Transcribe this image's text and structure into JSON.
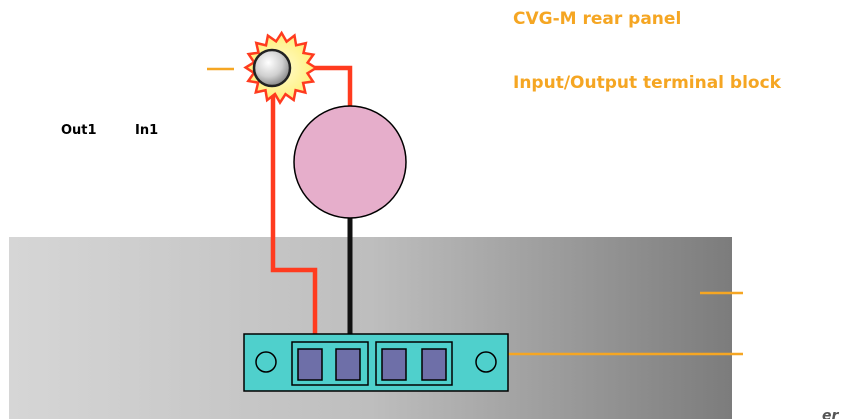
{
  "title": "CVG-M rear panel",
  "subtitle": "Input/Output terminal block",
  "out_label": "Out1",
  "in_label": "In1",
  "cut_off_text": "er sample",
  "colors": {
    "accent": "#F5A623",
    "red_wire": "#FF3B1F",
    "black_wire": "#111111",
    "load": "#E6AECB",
    "terminal_block": "#4FD0CC",
    "terminal": "#6E6FA8",
    "panel_light": "#D4D4D4",
    "panel_dark": "#7A7A7A",
    "lamp_glow": "#FFF49A",
    "lamp_rays": "#FF3B1F"
  }
}
